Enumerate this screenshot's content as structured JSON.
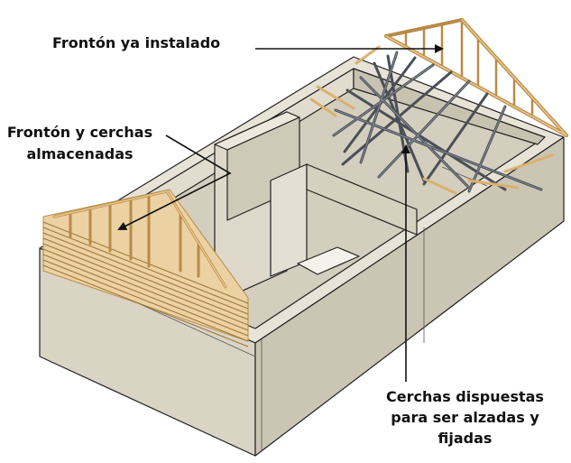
{
  "labels": {
    "installed_gable": "Frontón ya instalado",
    "stored_gable_line1": "Frontón y cerchas",
    "stored_gable_line2": "almacenadas",
    "trusses_line1": "Cerchas dispuestas",
    "trusses_line2": "para ser alzadas y",
    "trusses_line3": "fijadas"
  },
  "colors": {
    "wall_top": "#e7e3d6",
    "wall_front": "#d9d4c4",
    "wall_side": "#cbc5b3",
    "outline": "#222222",
    "wood": "#e8c88f",
    "wood_edge": "#b98b48",
    "truss_dark": "#4a4f58",
    "arrow": "#111111"
  }
}
